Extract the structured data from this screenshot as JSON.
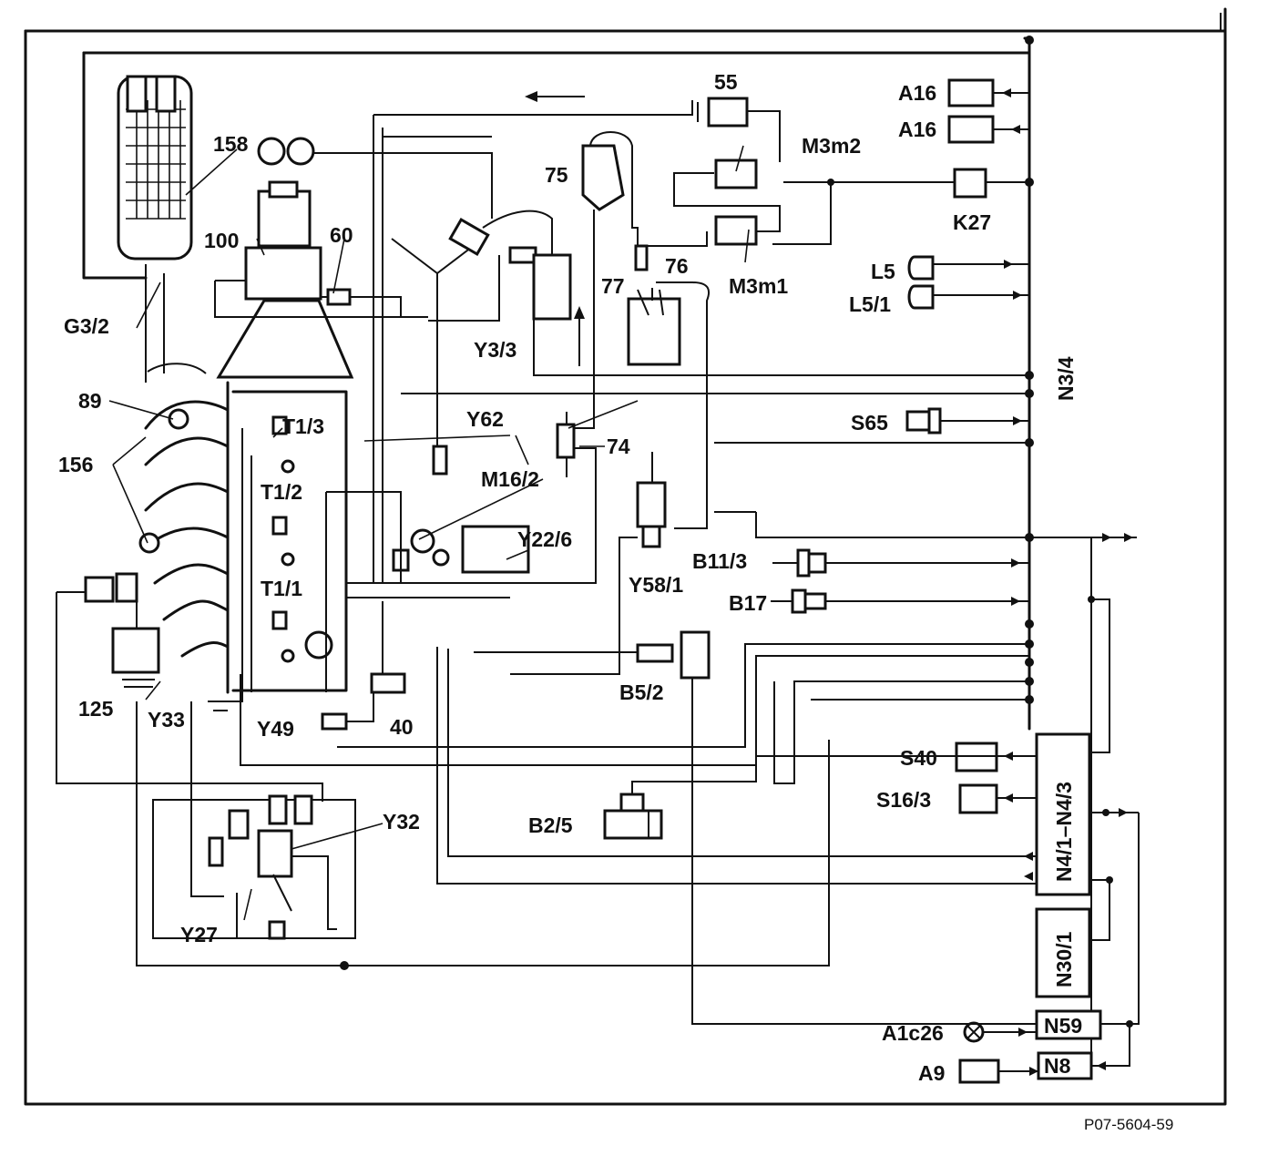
{
  "figure_ref": "P07-5604-59",
  "labels": {
    "c55": "55",
    "c158": "158",
    "c100": "100",
    "c60": "60",
    "c75": "75",
    "c77": "77",
    "c76": "76",
    "g32": "G3/2",
    "y33_3": "Y3/3",
    "c89": "89",
    "c156": "156",
    "t13": "T1/3",
    "t12": "T1/2",
    "t11": "T1/1",
    "y62": "Y62",
    "c74": "74",
    "m162": "M16/2",
    "y226": "Y22/6",
    "y581": "Y58/1",
    "c125": "125",
    "y33": "Y33",
    "y49": "Y49",
    "c40": "40",
    "b52": "B5/2",
    "y32": "Y32",
    "y27": "Y27",
    "b25": "B2/5",
    "a16a": "A16",
    "a16b": "A16",
    "m3m2": "M3m2",
    "k27": "K27",
    "m3m1": "M3m1",
    "l5": "L5",
    "l51": "L5/1",
    "s65": "S65",
    "b113": "B11/3",
    "b17": "B17",
    "s40": "S40",
    "s163": "S16/3",
    "a1c26": "A1c26",
    "a9": "A9"
  },
  "modules": {
    "n34": "N3/4",
    "n41n43": "N4/1–N4/3",
    "n301": "N30/1",
    "n59": "N59",
    "n8": "N8"
  }
}
